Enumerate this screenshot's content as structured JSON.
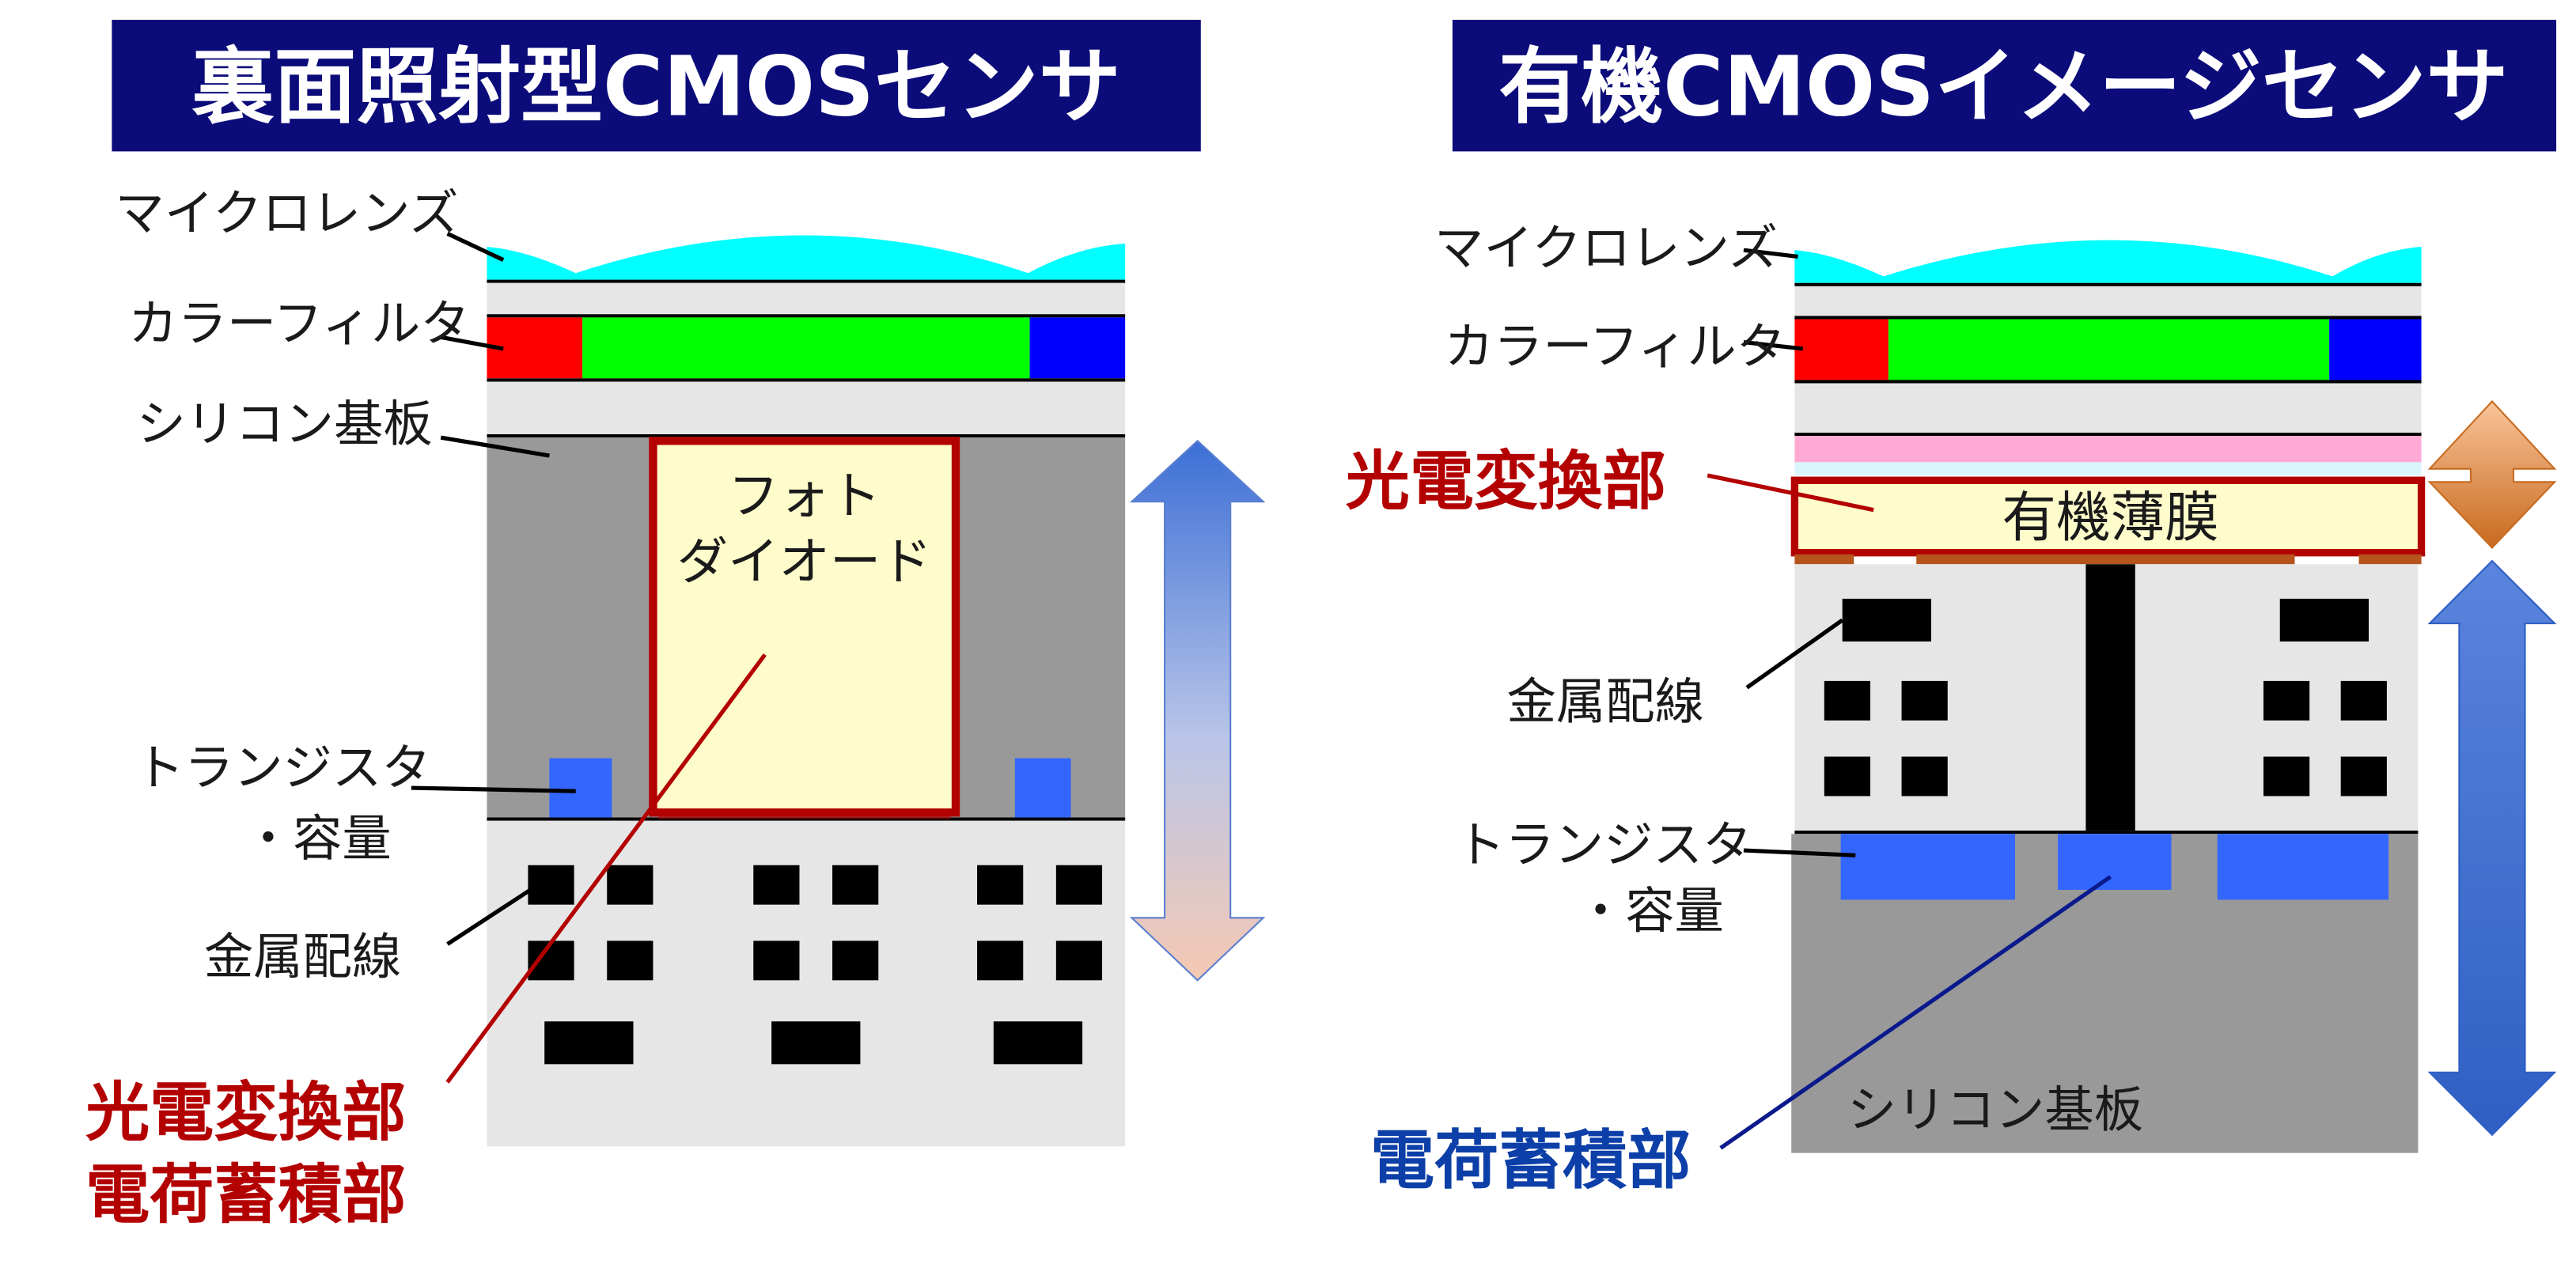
{
  "colors": {
    "title_bg": "#0b0b7a",
    "microlens": "#00ffff",
    "filter_red": "#ff0000",
    "filter_green": "#00ff00",
    "filter_blue": "#0000ff",
    "silicon_dark": "#999999",
    "layer_light": "#e6e6e6",
    "photodiode_fill": "#fffccc",
    "photodiode_border": "#b30000",
    "transistor_blue": "#3366ff",
    "organic_pink": "#ffaad4",
    "accent_red": "#b30000",
    "accent_blue": "#0d3fa8"
  },
  "left": {
    "title": "裏面照射型CMOSセンサ",
    "labels": {
      "microlens": "マイクロレンズ",
      "color_filter": "カラーフィルタ",
      "silicon_substrate": "シリコン基板",
      "transistor_line1": "トランジスタ",
      "transistor_line2": "・容量",
      "metal_wiring": "金属配線"
    },
    "photodiode_line1": "フォト",
    "photodiode_line2": "ダイオード",
    "callout_line1": "光電変換部",
    "callout_line2": "電荷蓄積部"
  },
  "right": {
    "title": "有機CMOSイメージセンサ",
    "labels": {
      "microlens": "マイクロレンズ",
      "color_filter": "カラーフィルタ",
      "metal_wiring": "金属配線",
      "transistor_line1": "トランジスタ",
      "transistor_line2": "・容量",
      "silicon_substrate": "シリコン基板"
    },
    "organic_film": "有機薄膜",
    "photo_conversion": "光電変換部",
    "charge_storage": "電荷蓄積部"
  }
}
